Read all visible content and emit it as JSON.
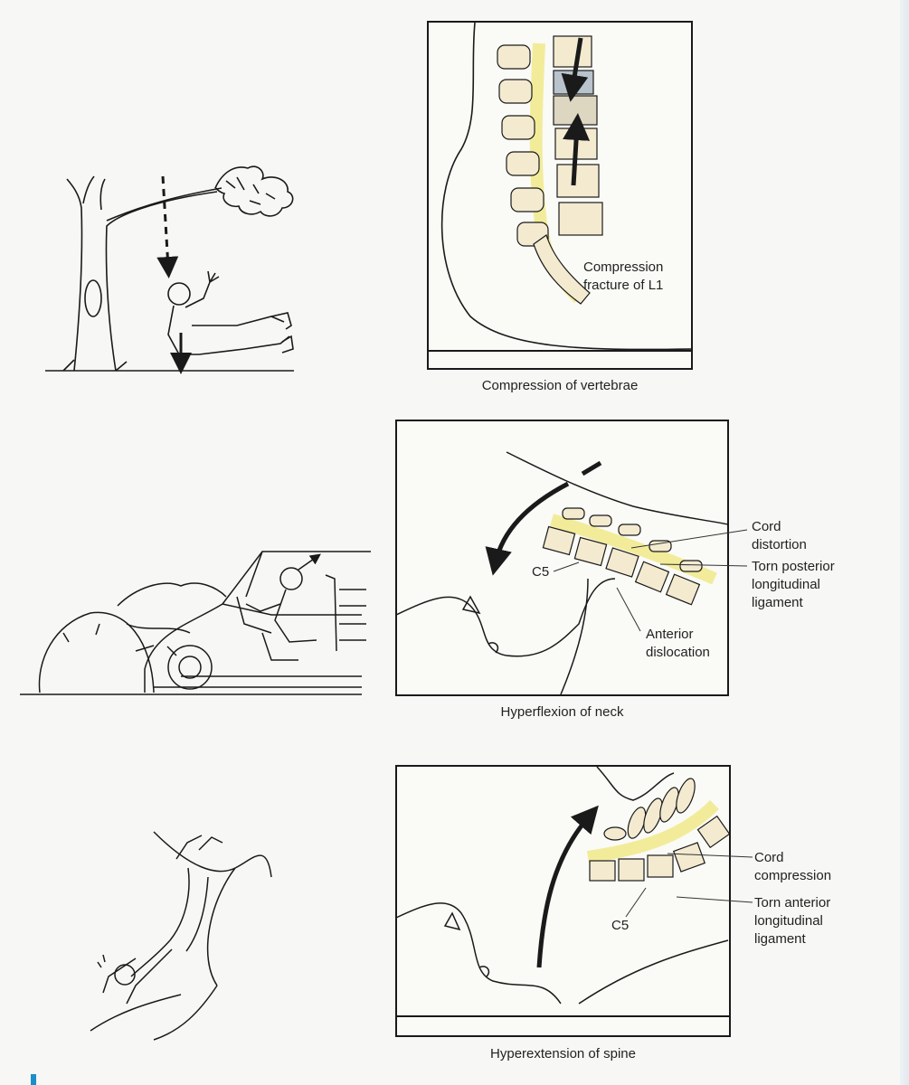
{
  "colors": {
    "line": "#1a1a1a",
    "paper": "#f7f7f5",
    "vertebra": "#f3ead0",
    "vertebra_dark": "#c9b98c",
    "spinal_cord": "#f2ec9a",
    "disc": "#b8c3cc",
    "accent": "#1a8fc9"
  },
  "panels": [
    {
      "caption": "Compression of vertebrae",
      "labels": {
        "fracture": "Compression\nfracture of L1"
      }
    },
    {
      "caption": "Hyperflexion of neck",
      "labels": {
        "cord": "Cord\ndistortion",
        "ligament": "Torn posterior\nlongitudinal\nligament",
        "c5": "C5",
        "dislocation": "Anterior\ndislocation"
      }
    },
    {
      "caption": "Hyperextension of spine",
      "labels": {
        "cord": "Cord\ncompression",
        "ligament": "Torn anterior\nlongitudinal\nligament",
        "c5": "C5"
      }
    }
  ]
}
